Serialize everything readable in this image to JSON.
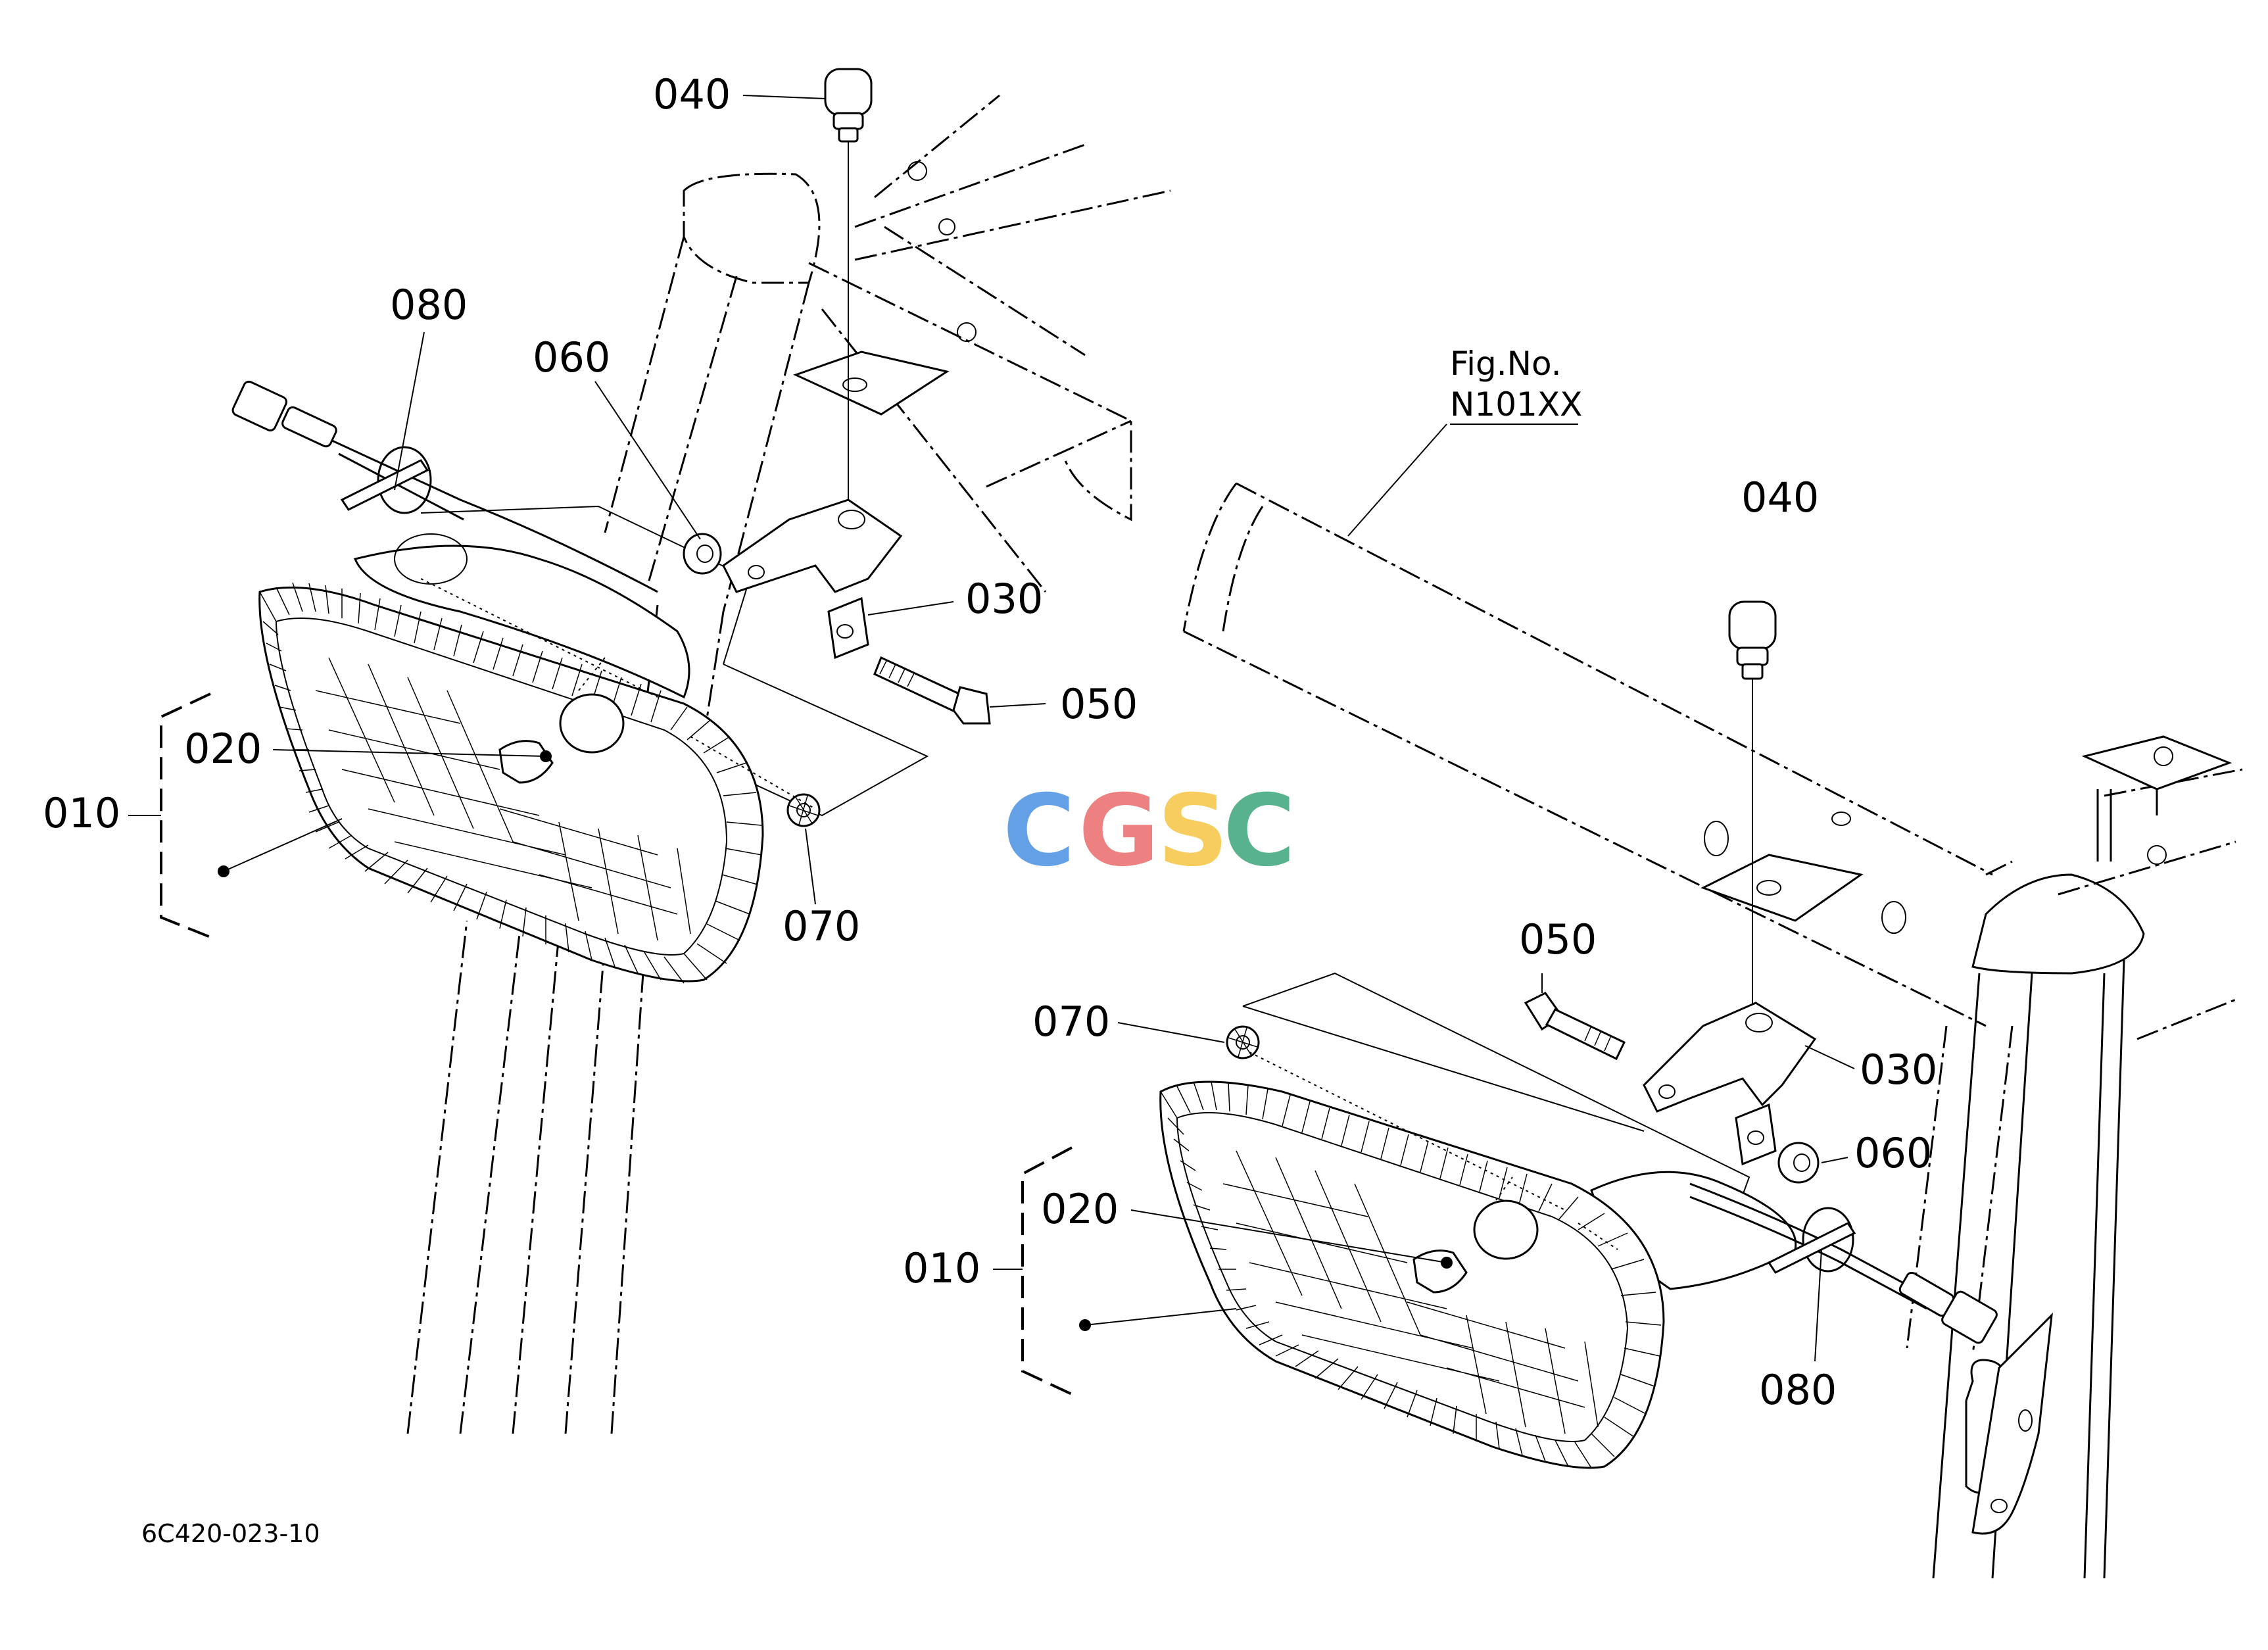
{
  "figure": {
    "figure_ref_title": "Fig.No.",
    "figure_ref_value": "N101XX",
    "drawing_code": "6C420-023-10"
  },
  "callouts": {
    "left": {
      "c010": "010",
      "c020": "020",
      "c030": "030",
      "c040": "040",
      "c050": "050",
      "c060": "060",
      "c070": "070",
      "c080": "080"
    },
    "right": {
      "c010": "010",
      "c020": "020",
      "c030": "030",
      "c040": "040",
      "c050": "050",
      "c060": "060",
      "c070": "070",
      "c080": "080"
    }
  },
  "watermark": {
    "letters": [
      "C",
      "G",
      "S",
      "C"
    ],
    "colors": [
      "#4a90e2",
      "#ea6a6a",
      "#f5c542",
      "#3aa57a"
    ]
  }
}
